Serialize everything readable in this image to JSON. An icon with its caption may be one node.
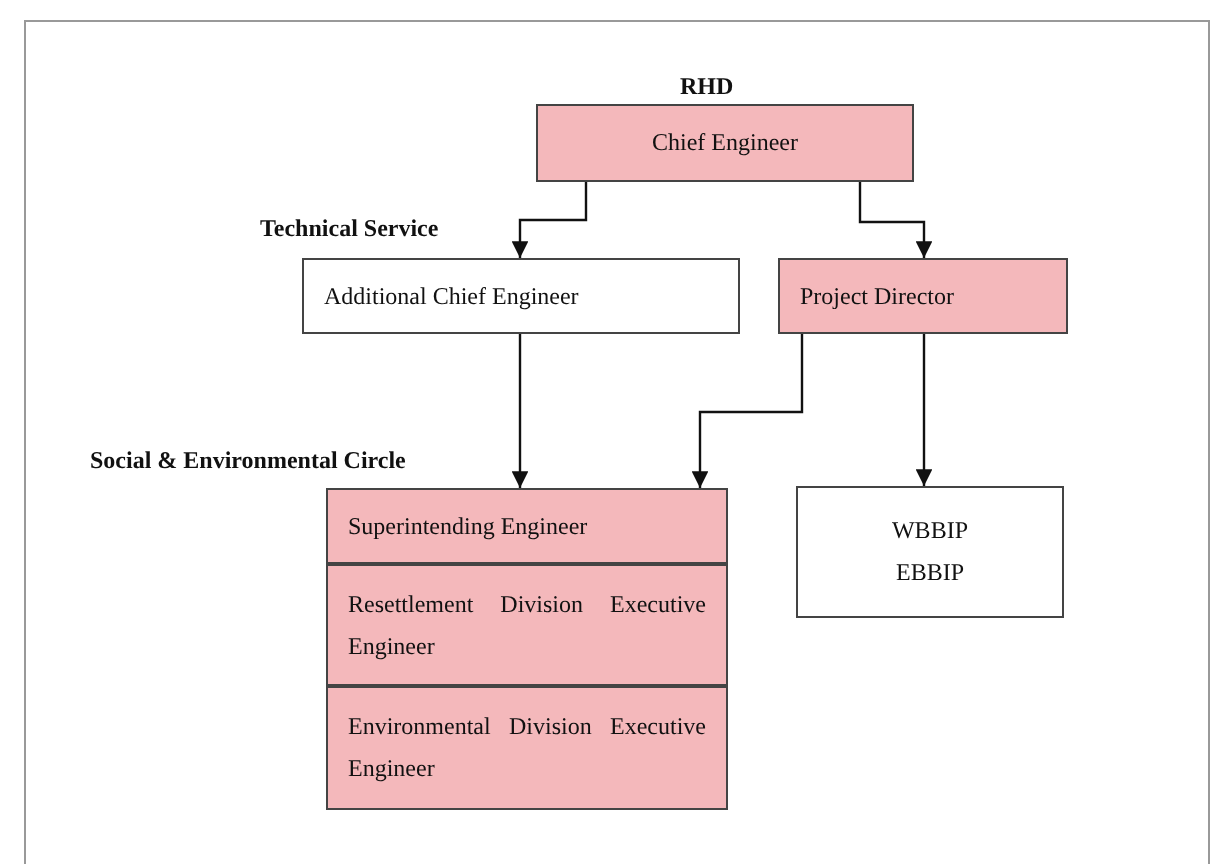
{
  "diagram": {
    "nodes": [
      {
        "text": [
          "Chief Engineer"
        ],
        "beside": [
          "RHD"
        ]
      },
      {
        "text": [
          "Additional Chief Engineer"
        ],
        "beside": [
          "Technical Service"
        ]
      },
      {
        "text": [
          "Project Director"
        ]
      },
      {
        "text": [
          "Superintending Engineer"
        ],
        "beside": [
          "Social & Environmental Circle"
        ]
      },
      {
        "text": [
          "Resettlement Division Executive Engineer"
        ]
      },
      {
        "text": [
          "Environmental Division Executive Engineer"
        ]
      },
      {
        "text": [
          "WBBIP",
          "EBBIP"
        ]
      }
    ],
    "edges": [
      {
        "from": 0,
        "to": 1,
        "arrow": "to"
      },
      {
        "from": 0,
        "to": 2,
        "arrow": "to"
      },
      {
        "from": 1,
        "to": 3,
        "arrow": "to"
      },
      {
        "from": 2,
        "to": 3,
        "arrow": "to"
      },
      {
        "from": 2,
        "to": 6,
        "arrow": "to"
      }
    ]
  }
}
